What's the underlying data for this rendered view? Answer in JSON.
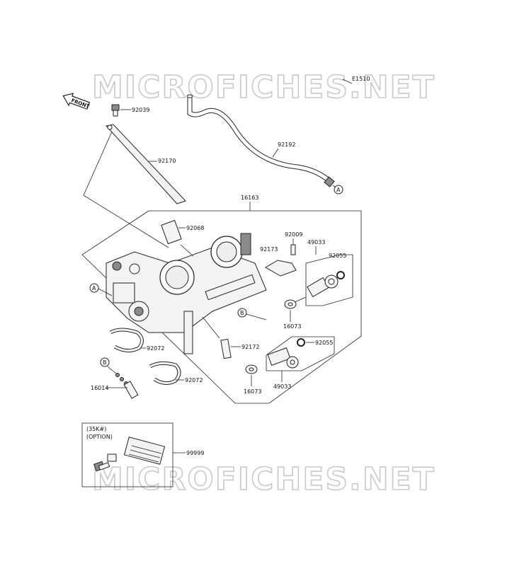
{
  "watermark_text": "MICROFICHES.NET",
  "ref_code": "E1510",
  "front_label": "FRONT",
  "option_box": {
    "line1": "(35K#)",
    "line2": "(OPTION)"
  },
  "parts": {
    "p92039": "92039",
    "p92170": "92170",
    "p92192": "92192",
    "p16163": "16163",
    "p92068": "92068",
    "p92009": "92009",
    "p49033_top": "49033",
    "p92173": "92173",
    "p92055_top": "92055",
    "p16073_top": "16073",
    "p92172": "92172",
    "p92055_bottom": "92055",
    "p92072_top": "92072",
    "p92072_bottom": "92072",
    "p16014": "16014",
    "p16073_bottom": "16073",
    "p49033_bottom": "49033",
    "p99999": "99999"
  },
  "callouts": {
    "a_top": "A",
    "a_left": "A",
    "b_center": "B",
    "b_left": "B"
  },
  "colors": {
    "line": "#222222",
    "watermark_outline": "#c9c9c9",
    "part_fill": "#f3f3f3"
  }
}
